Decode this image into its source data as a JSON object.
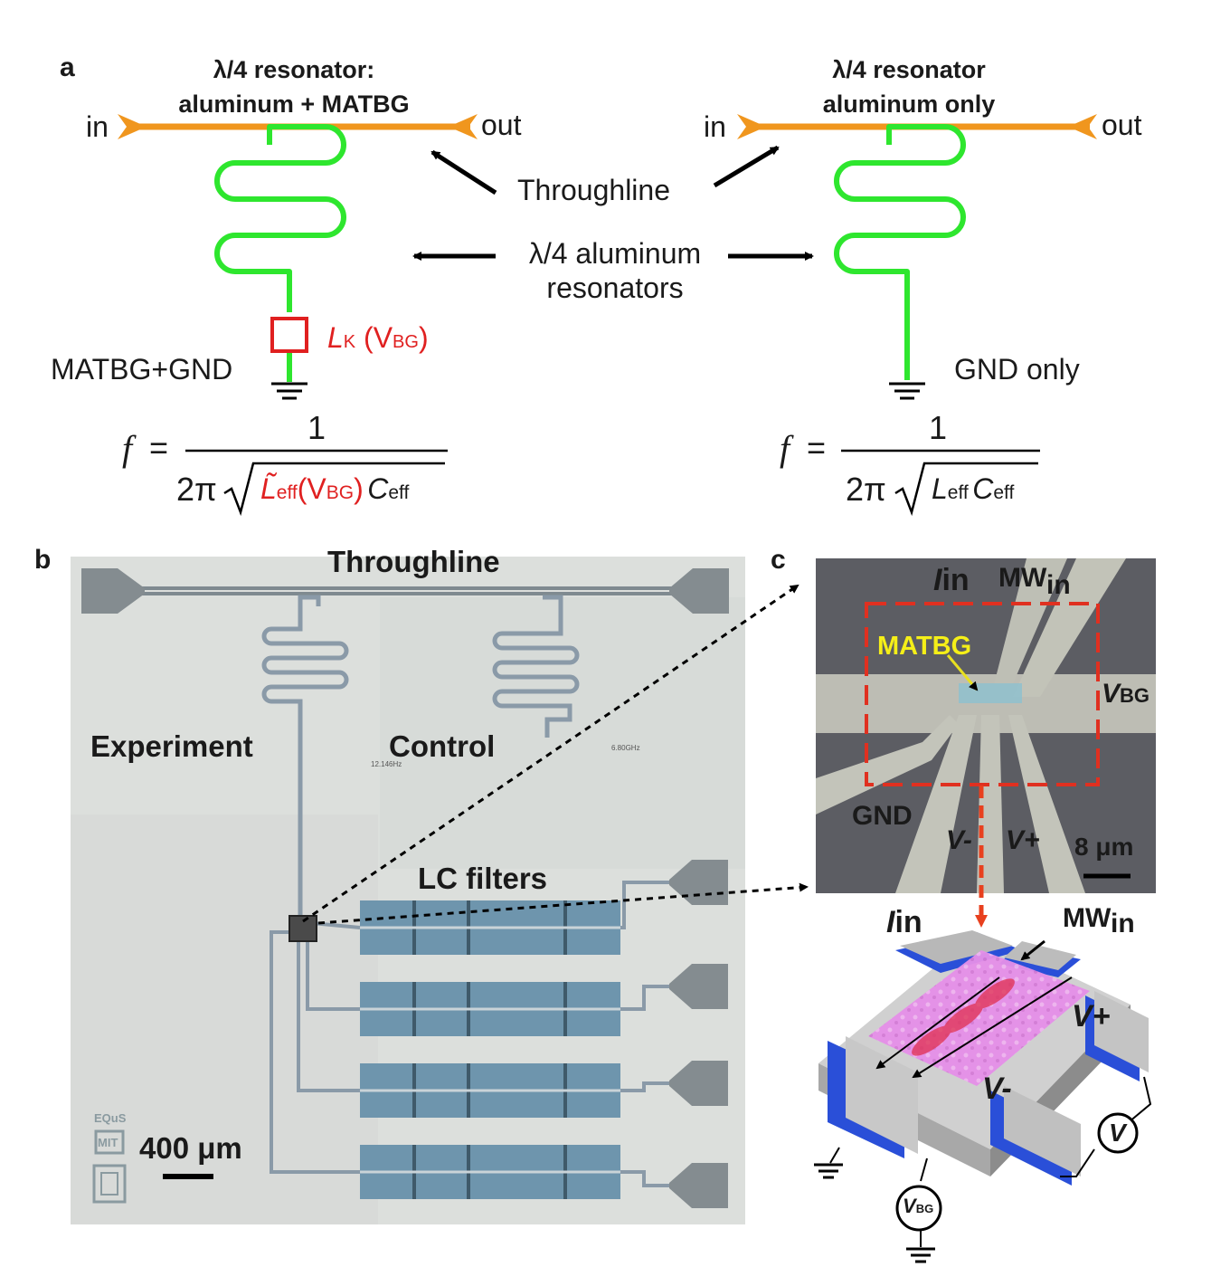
{
  "panel_a": {
    "letter": "a",
    "left_title_line1": "λ/4 resonator:",
    "left_title_line2": "aluminum + MATBG",
    "right_title_line1": "λ/4 resonator",
    "right_title_line2": "aluminum only",
    "in_label": "in",
    "out_label": "out",
    "throughline_label": "Throughline",
    "resonators_label_line1": "λ/4 aluminum",
    "resonators_label_line2": "resonators",
    "left_ground_label": "MATBG+GND",
    "right_ground_label": "GND only",
    "kinetic_L": "L",
    "kinetic_L_sub": "K",
    "kinetic_V_open": "(V",
    "kinetic_V_sub": "BG",
    "kinetic_V_close": ")",
    "eq_f": "f",
    "eq_equals": "=",
    "eq_one": "1",
    "eq_two_pi": "2π",
    "eq_left_L": "L̃",
    "eq_eff": "eff",
    "eq_left_V": "(V",
    "eq_left_Vsub": "BG",
    "eq_left_close": ")",
    "eq_C": "C",
    "eq_right_L": "L"
  },
  "panel_b": {
    "letter": "b",
    "throughline_label": "Throughline",
    "experiment_label": "Experiment",
    "control_label": "Control",
    "lc_filters_label": "LC filters",
    "scale_label": "400 μm",
    "logo_text": "EQuS",
    "logo_mit": "MIT",
    "tiny_freq_left": "12.146Hz",
    "tiny_freq_right": "6.80GHz"
  },
  "panel_c": {
    "letter": "c",
    "I_in": "I",
    "I_in_sub": "in",
    "MW_in": "MW",
    "MW_in_sub": "in",
    "matbg_label": "MATBG",
    "V_BG": "V",
    "V_BG_sub": "BG",
    "gnd_label": "GND",
    "V_minus": "V",
    "V_minus_sub": "-",
    "V_plus": "V+",
    "scale_label": "8 μm",
    "schem_I": "I",
    "schem_I_sub": "in",
    "schem_MW": "MW",
    "schem_MW_sub": "in",
    "schem_Vplus": "V+",
    "schem_Vminus": "V-",
    "meter_V": "V",
    "meter_VBG": "V",
    "meter_VBG_sub": "BG"
  },
  "colors": {
    "throughline": "#f0961e",
    "resonator": "#2ee62e",
    "kinetic": "#e02020",
    "micrograph_bg": "#dcdfdc",
    "lc_filter": "#6e95ad",
    "substrate_blue": "#2a4fd8",
    "matbg_pink": "#e890e8"
  }
}
